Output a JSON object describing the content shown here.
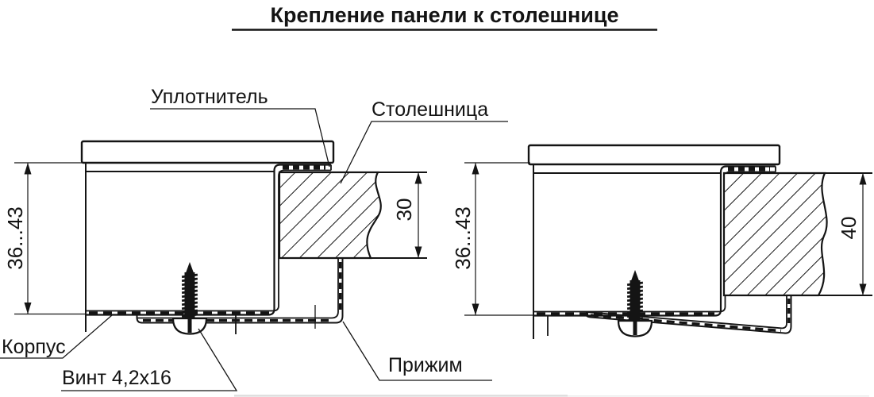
{
  "title": "Крепление панели к столешнице",
  "views": {
    "left": {
      "dim_panel_height": "36...43",
      "dim_countertop_thickness": "30",
      "labels": {
        "sealant": "Уплотнитель",
        "countertop": "Столешница",
        "body": "Корпус",
        "screw": "Винт 4,2x16",
        "clamp": "Прижим"
      }
    },
    "right": {
      "dim_panel_height": "36...43",
      "dim_countertop_thickness": "40"
    }
  }
}
